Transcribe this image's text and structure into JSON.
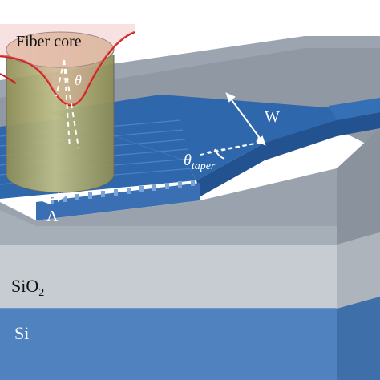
{
  "labels": {
    "fiber_core": "Fiber core",
    "theta": "θ",
    "width": "W",
    "theta_taper_main": "θ",
    "theta_taper_sub": "taper",
    "period": "Λ",
    "sio2_main": "SiO",
    "sio2_sub": "2",
    "si": "Si"
  },
  "colors": {
    "silicon_front": "#4f82be",
    "silicon_top_edge": "#5d8fc9",
    "oxide_front": "#c9cdd2",
    "oxide_side": "#a9b0b8",
    "cladding_front": "#9aa3ad",
    "cladding_top": "#8d96a0",
    "waveguide": "#2f67ad",
    "waveguide_dark": "#22528f",
    "fiber_body": "#b5b47a",
    "fiber_top": "#d6c8a6",
    "gaussian_curve": "#d4171d",
    "annotation_arrow": "#ffffff"
  }
}
